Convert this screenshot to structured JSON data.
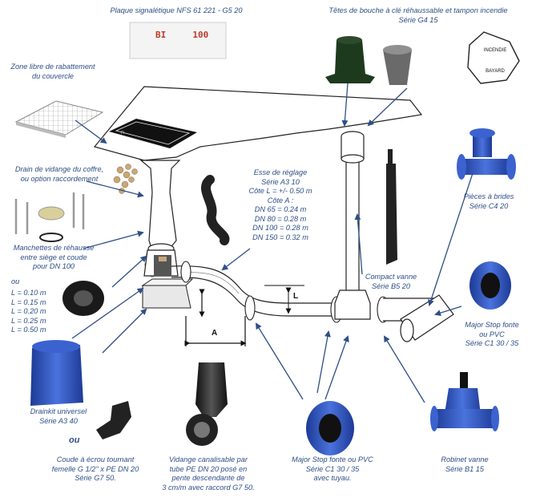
{
  "labels": {
    "plaque": "Plaque signalétique NFS 61 221 - G5 20",
    "plaque_text": "BI     100",
    "tetes": [
      "Têtes de bouche à clé réhaussable et tampon incendie",
      "Série G4 15"
    ],
    "emblem": [
      "INCENDIE",
      "BAYARD"
    ],
    "zone": [
      "Zone libre de rabattement",
      "du couvercle"
    ],
    "drain": [
      "Drain de vidange du coffre,",
      "ou option raccordement"
    ],
    "esse": [
      "Esse de réglage",
      "Série A3 10",
      "Côte L = +/- 0.50 m",
      "Côte A :",
      "DN 65 = 0.24 m",
      "DN 80 = 0.28 m",
      "DN 100 = 0.28 m",
      "DN 150 = 0.32 m"
    ],
    "pieces": [
      "Pièces à brides",
      "Série C4 20"
    ],
    "manchettes": [
      "Manchettes de réhausse",
      "entre siège et coude",
      "pour DN 100"
    ],
    "ou": "ou",
    "lengths": [
      "L = 0.10 m",
      "L = 0.15 m",
      "L = 0.20 m",
      "L = 0.25 m",
      "L = 0.50 m"
    ],
    "compact": [
      "Compact vanne",
      "Série B5 20"
    ],
    "major_right": [
      "Major Stop fonte",
      "ou PVC",
      "Série C1 30 / 35"
    ],
    "L": "L",
    "A": "A",
    "drainkit": [
      "Drainkit universel",
      "Série A3 40"
    ],
    "ou2": "ou",
    "coude": [
      "Coude à écrou tournant",
      "femelle G 1/2\" x PE DN 20",
      "Série G7 50."
    ],
    "vidange": [
      "Vidange canalisable par",
      "tube PE DN 20 posé en",
      "pente descendante de",
      "3 cm/m avec raccord G7 50."
    ],
    "major_bottom": [
      "Major Stop fonte ou PVC",
      "Série C1 30 / 35",
      "avec tuyau."
    ],
    "robinet": [
      "Robinet vanne",
      "Série B1 15"
    ]
  },
  "colors": {
    "text": "#2e4f86",
    "arrow": "#2e4f86",
    "blue_part": "#2f56c0",
    "dark": "#1c1c1c",
    "plate_text": "#c0392b"
  }
}
